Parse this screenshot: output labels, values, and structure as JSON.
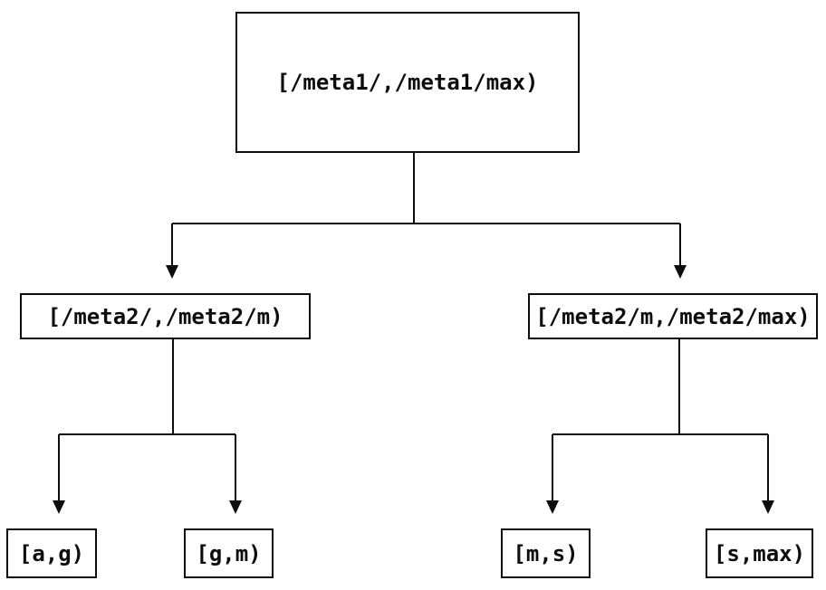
{
  "diagram": {
    "background_color": "#ffffff",
    "stroke_color": "#0d0d0d",
    "nodes": {
      "root": {
        "label": "[/meta1/,/meta1/max)"
      },
      "left_child": {
        "label": "[/meta2/,/meta2/m)"
      },
      "right_child": {
        "label": "[/meta2/m,/meta2/max)"
      },
      "leaf_1": {
        "label": "[a,g)"
      },
      "leaf_2": {
        "label": "[g,m)"
      },
      "leaf_3": {
        "label": "[m,s)"
      },
      "leaf_4": {
        "label": "[s,max)"
      }
    },
    "edges": [
      {
        "from": "root",
        "to": "left_child"
      },
      {
        "from": "root",
        "to": "right_child"
      },
      {
        "from": "left_child",
        "to": "leaf_1"
      },
      {
        "from": "left_child",
        "to": "leaf_2"
      },
      {
        "from": "right_child",
        "to": "leaf_3"
      },
      {
        "from": "right_child",
        "to": "leaf_4"
      }
    ]
  }
}
